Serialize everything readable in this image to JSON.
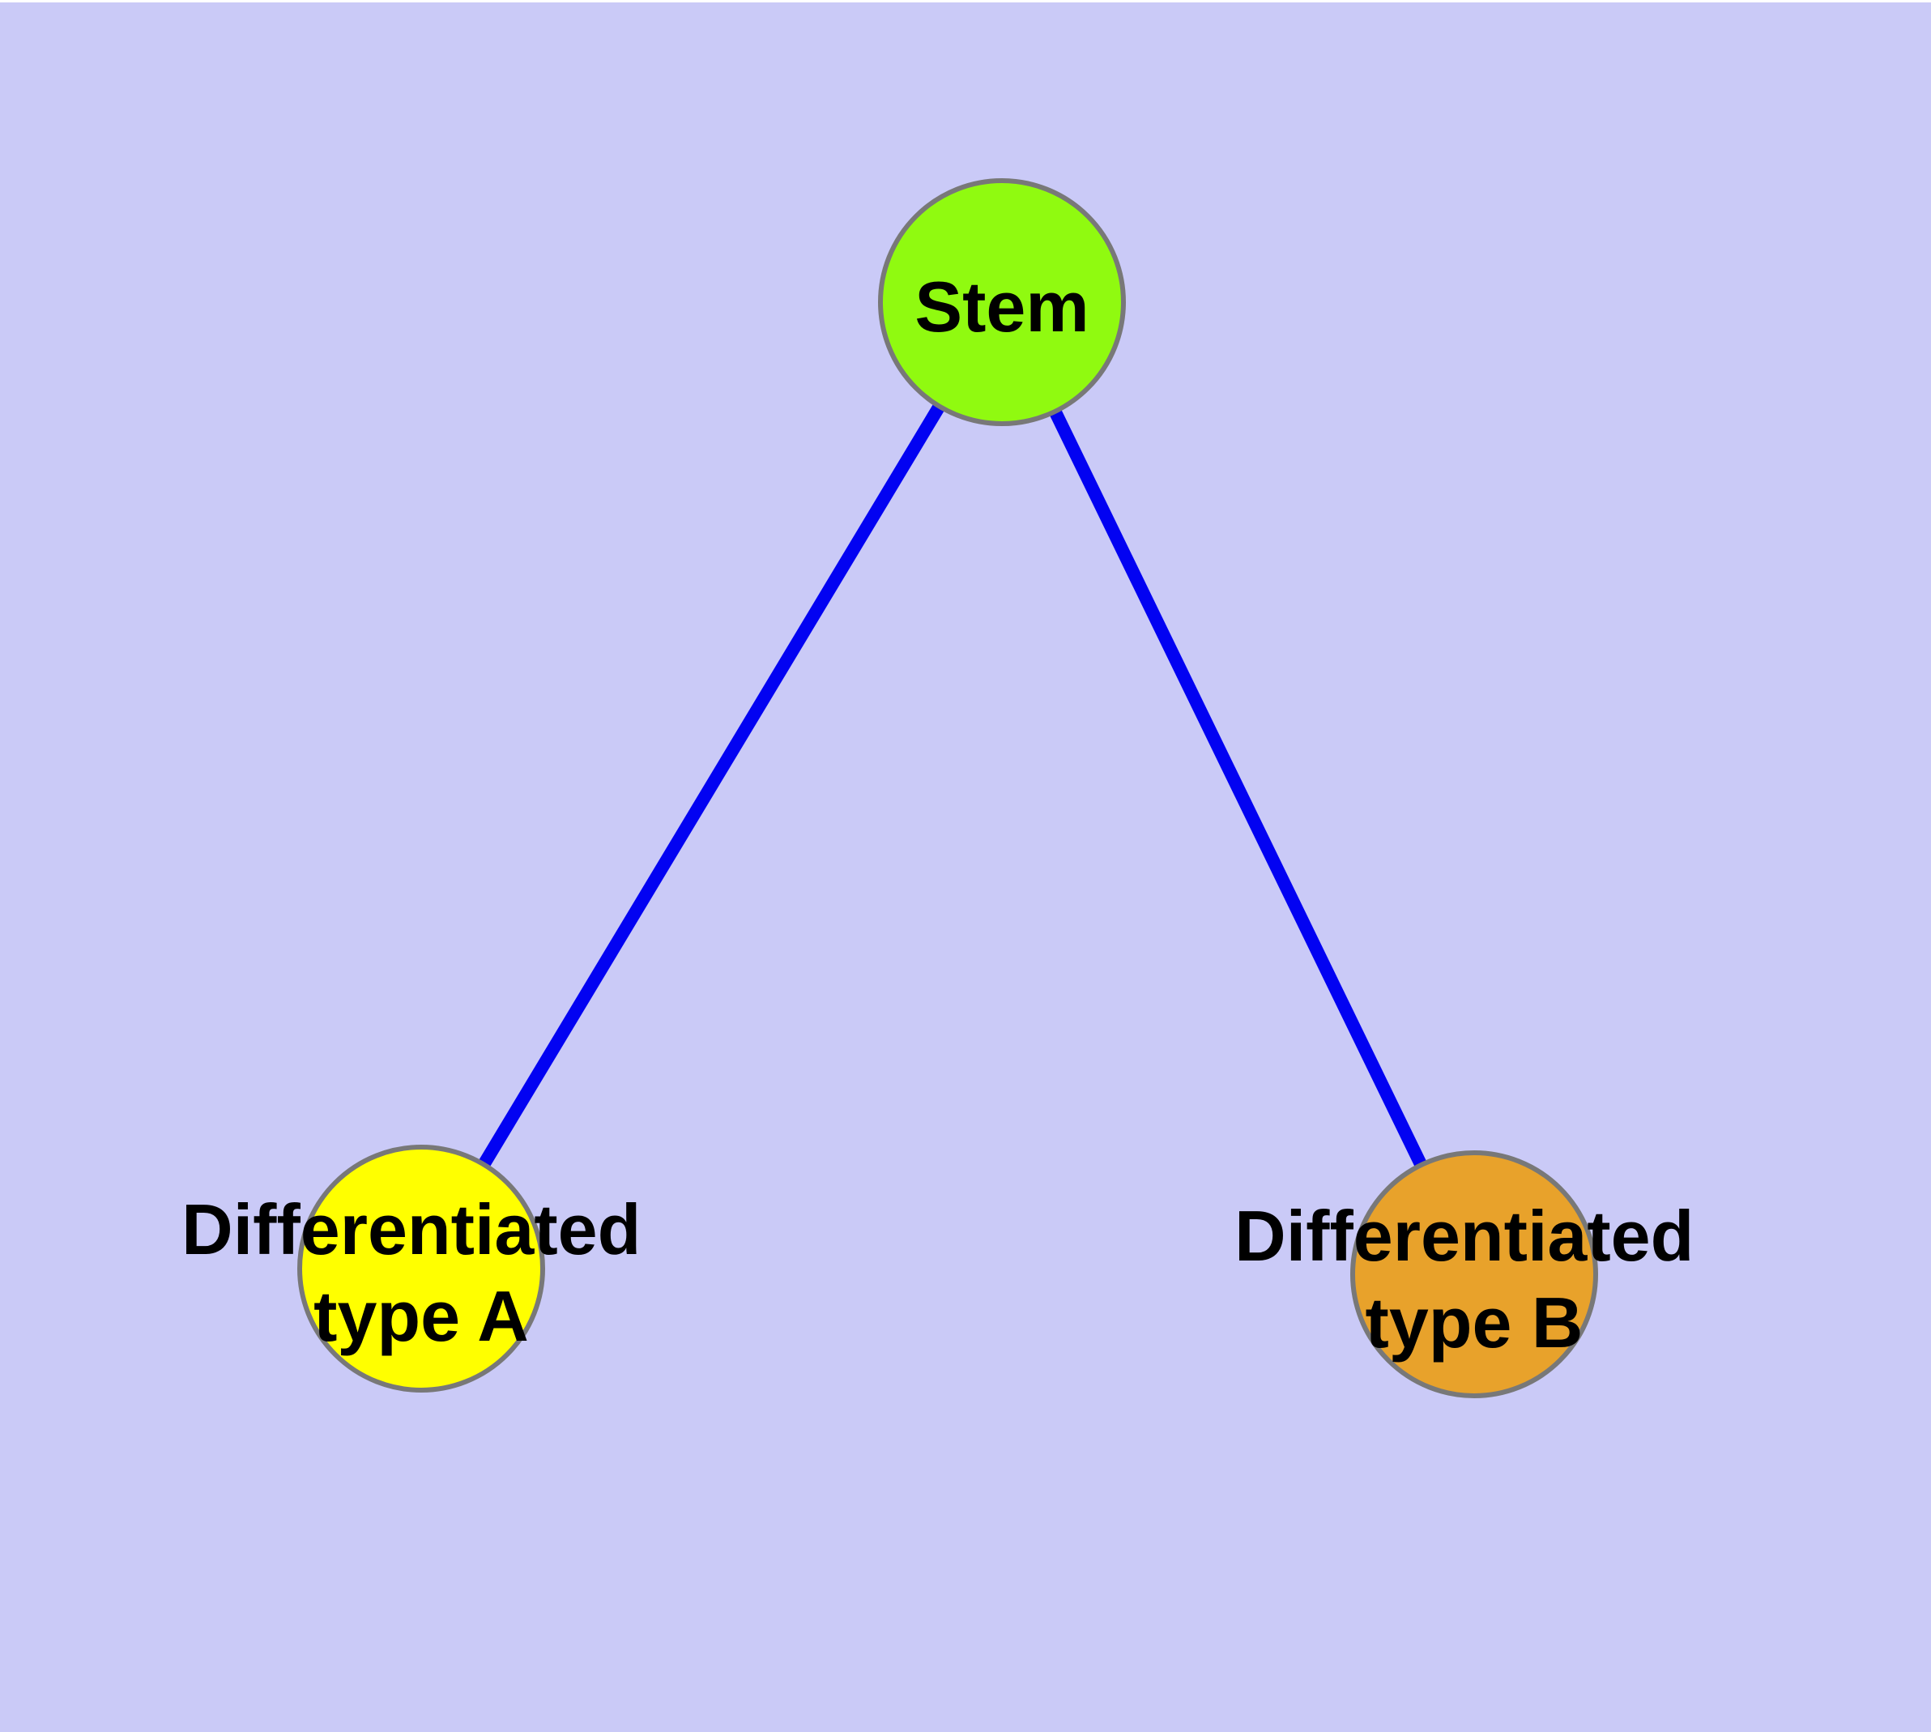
{
  "canvas": {
    "background_color": "#CACAF7",
    "top_border_color": "#FFFFFF"
  },
  "graph": {
    "edge_color": "#0202F2",
    "node_border_color": "#787878",
    "nodes": [
      {
        "id": "stem",
        "label": "Stem",
        "lines": [
          "Stem"
        ],
        "fill": "#90FA10"
      },
      {
        "id": "differentiated-type-a",
        "label": "Differentiated type A",
        "lines": [
          "Differentiated",
          "type A"
        ],
        "fill": "#FFFF00"
      },
      {
        "id": "differentiated-type-b",
        "label": "Differentiated type B",
        "lines": [
          "Differentiated",
          "type B"
        ],
        "fill": "#E8A22B"
      }
    ],
    "edges": [
      {
        "from": "Stem",
        "to": "Differentiated type A"
      },
      {
        "from": "Stem",
        "to": "Differentiated type B"
      }
    ]
  }
}
